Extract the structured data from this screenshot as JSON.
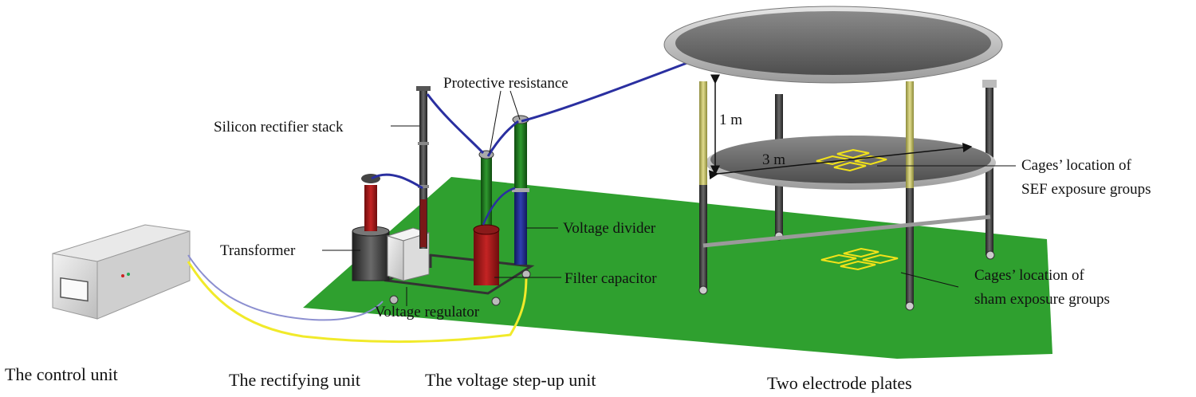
{
  "components": {
    "silicon_rectifier_stack": "Silicon rectifier stack",
    "protective_resistance": "Protective resistance",
    "transformer": "Transformer",
    "voltage_divider": "Voltage divider",
    "filter_capacitor": "Filter capacitor",
    "voltage_regulator": "Voltage regulator",
    "plate_gap": "1 m",
    "plate_diameter": "3 m",
    "sef_cages_line1": "Cages’ location of",
    "sef_cages_line2": "SEF exposure groups",
    "sham_cages_line1": "Cages’ location of",
    "sham_cages_line2": "sham exposure groups"
  },
  "sections": {
    "control_unit": "The control unit",
    "rectifying_unit": "The rectifying unit",
    "step_up_unit": "The voltage step-up unit",
    "electrode_plates": "Two electrode plates"
  },
  "colors": {
    "ground_plane": "#2fa02f",
    "cage_marker": "#f2e21a",
    "transformer_body": "#a01818",
    "resistance_column": "#1f7a1f",
    "divider_column": "#1d2f8c",
    "plate": "#6c6c6c",
    "cable_blue": "#2a2fa0",
    "cable_yellow": "#f1ea2a"
  }
}
